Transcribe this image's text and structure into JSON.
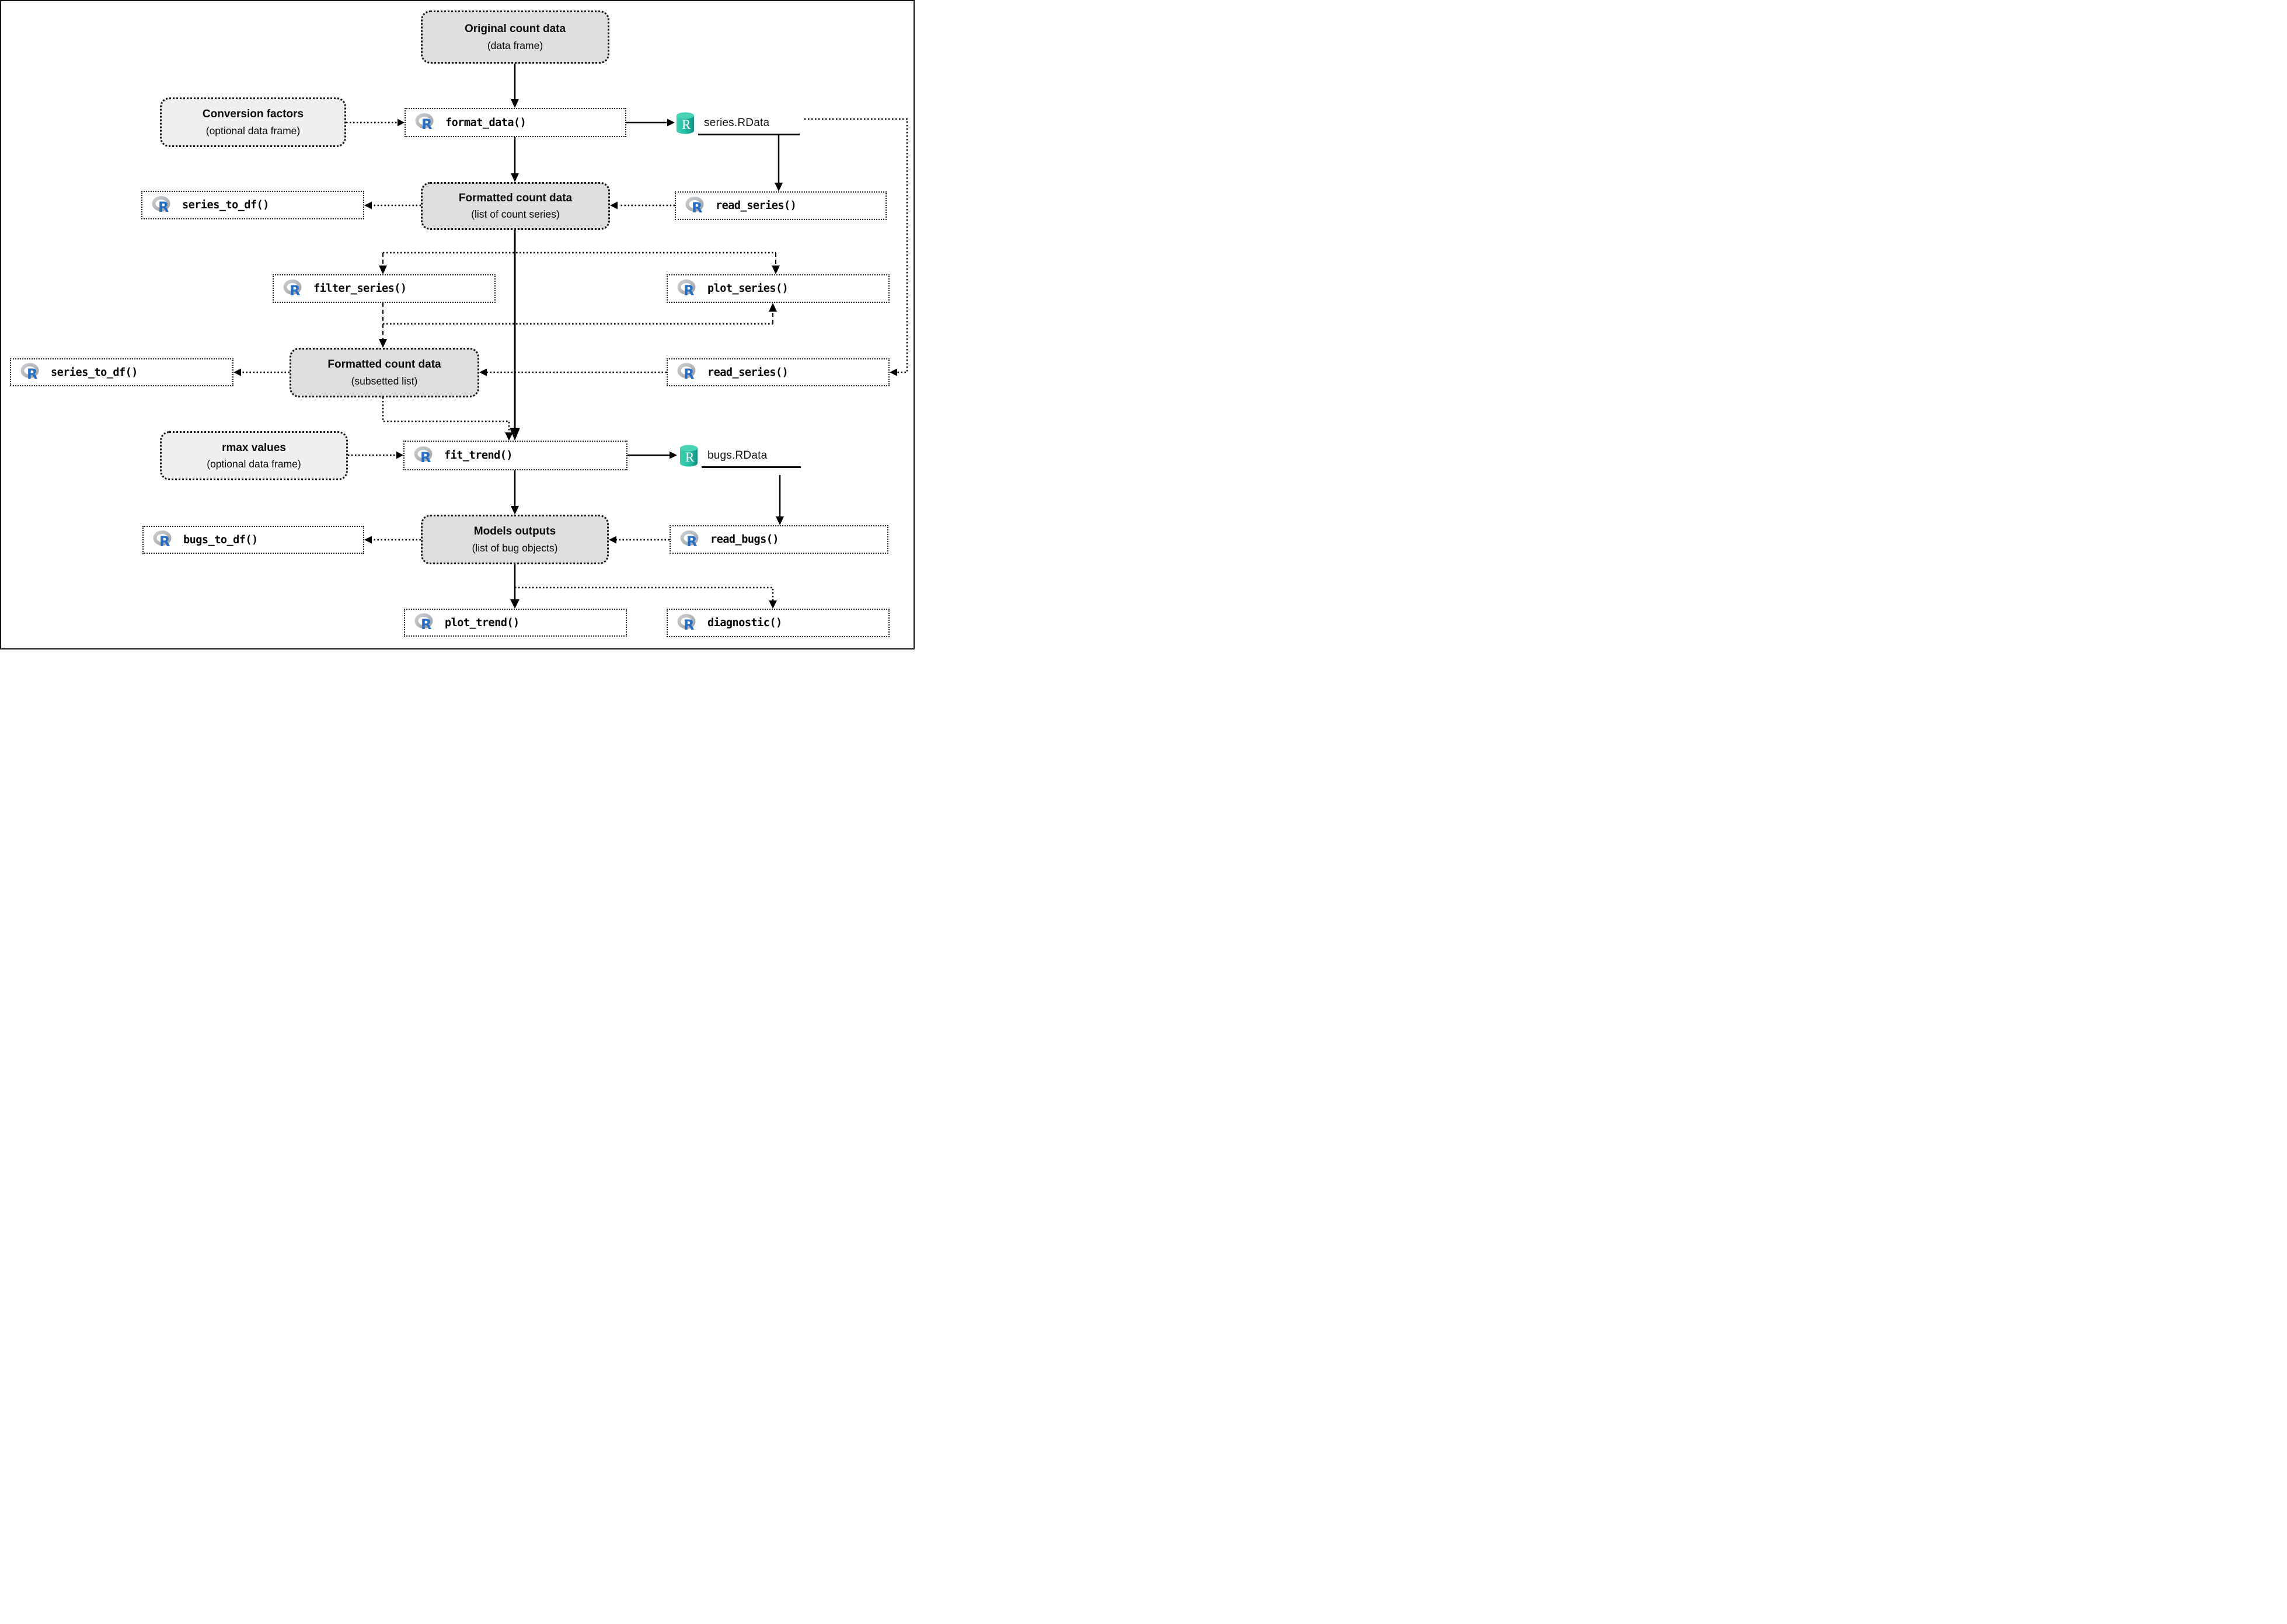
{
  "diagram": {
    "data_nodes": {
      "original": {
        "title": "Original count data",
        "subtitle": "(data frame)"
      },
      "conversion": {
        "title": "Conversion factors",
        "subtitle": "(optional data frame)"
      },
      "formatted": {
        "title": "Formatted count data",
        "subtitle": "(list of count series)"
      },
      "subsetted": {
        "title": "Formatted count data",
        "subtitle": "(subsetted list)"
      },
      "rmax": {
        "title": "rmax values",
        "subtitle": "(optional data frame)"
      },
      "models": {
        "title": "Models outputs",
        "subtitle": "(list of bug objects)"
      }
    },
    "function_nodes": {
      "format_data": {
        "label": "format_data()"
      },
      "series_to_df_top": {
        "label": "series_to_df()"
      },
      "read_series_top": {
        "label": "read_series()"
      },
      "filter_series": {
        "label": "filter_series()"
      },
      "plot_series": {
        "label": "plot_series()"
      },
      "series_to_df_left": {
        "label": "series_to_df()"
      },
      "read_series_bottom": {
        "label": "read_series()"
      },
      "fit_trend": {
        "label": "fit_trend()"
      },
      "bugs_to_df": {
        "label": "bugs_to_df()"
      },
      "read_bugs": {
        "label": "read_bugs()"
      },
      "plot_trend": {
        "label": "plot_trend()"
      },
      "diagnostic": {
        "label": "diagnostic()"
      }
    },
    "file_nodes": {
      "series_rdata": {
        "label": "series.RData"
      },
      "bugs_rdata": {
        "label": "bugs.RData"
      }
    },
    "icons": {
      "r_logo_letter": "R",
      "rdata_file_letter": "R"
    },
    "colors": {
      "data_box_fill": "#dedede",
      "optional_box_fill": "#efefef",
      "box_border": "#111111",
      "r_logo_blue": "#276DC3",
      "r_logo_ring": "#b9bdc1",
      "rdata_teal": "#25BFA3",
      "rdata_teal_dark": "#159A88",
      "line_color": "#000000"
    }
  }
}
